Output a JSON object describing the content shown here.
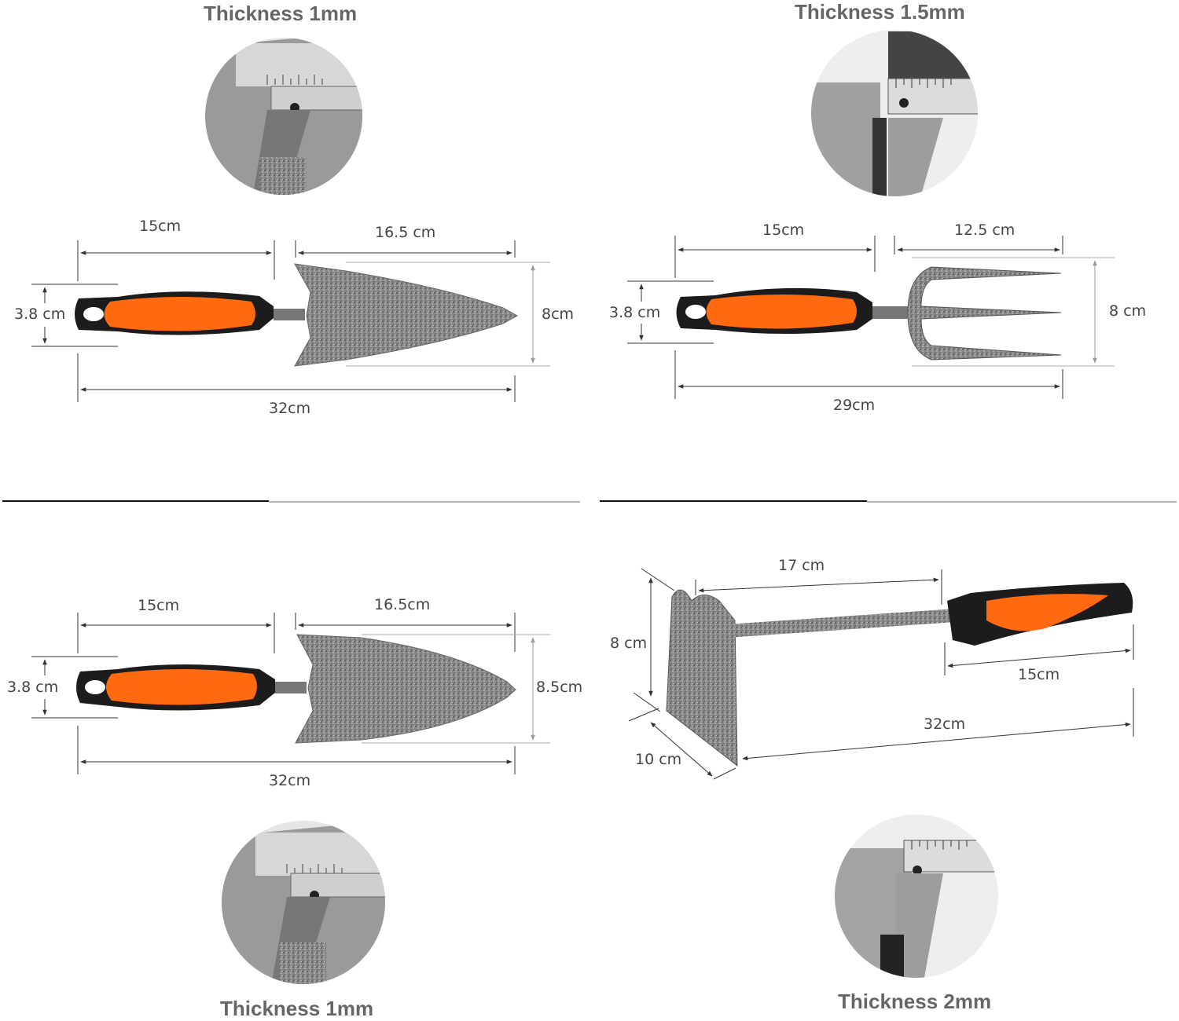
{
  "panels": {
    "trowel_narrow": {
      "thickness_label": "Thickness 1mm",
      "handle_length": "15cm",
      "blade_length": "16.5 cm",
      "handle_width": "3.8 cm",
      "blade_width": "8cm",
      "total_length": "32cm"
    },
    "fork": {
      "thickness_label": "Thickness 1.5mm",
      "handle_length": "15cm",
      "tine_length": "12.5 cm",
      "handle_width": "3.8 cm",
      "tine_width": "8 cm",
      "total_length": "29cm"
    },
    "trowel_wide": {
      "thickness_label": "Thickness 1mm",
      "handle_length": "15cm",
      "blade_length": "16.5cm",
      "handle_width": "3.8 cm",
      "blade_width": "8.5cm",
      "total_length": "32cm"
    },
    "hoe": {
      "thickness_label": "Thickness 2mm",
      "shaft_length": "17 cm",
      "blade_height": "8 cm",
      "handle_length": "15cm",
      "total_length": "32cm",
      "blade_width": "10 cm"
    }
  },
  "colors": {
    "handle_orange": "#ff6a10",
    "handle_black": "#1c1c1c",
    "metal_gray": "#7d7d7d",
    "text_gray": "#666666"
  }
}
